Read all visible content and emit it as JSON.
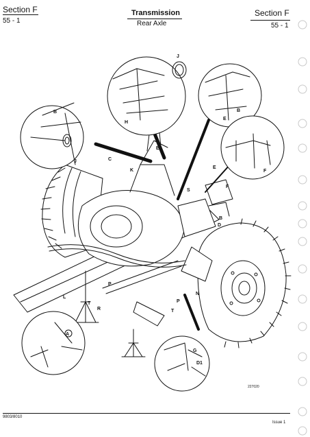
{
  "header": {
    "section_left": "Section F",
    "section_right": "Section F",
    "title": "Transmission",
    "subtitle": "Rear Axle",
    "page_left": "55 - 1",
    "page_right": "55 - 1"
  },
  "illustration": {
    "drawing_number": "227020",
    "callouts": {
      "j1": "J",
      "b1": "B",
      "j2": "J",
      "h": "H",
      "b2": "B",
      "e1": "E",
      "f1": "F",
      "c": "C",
      "k": "K",
      "e2": "E",
      "e3": "E",
      "f2": "F",
      "s": "S",
      "b3": "B",
      "d": "D",
      "l": "L",
      "p1": "P",
      "t1": "T",
      "r": "R",
      "p2": "P",
      "n": "N",
      "t2": "T",
      "a": "A",
      "g": "G",
      "d1": "D1"
    }
  },
  "footer": {
    "left_code": "9803/8010",
    "right_label": "Issue 1"
  }
}
